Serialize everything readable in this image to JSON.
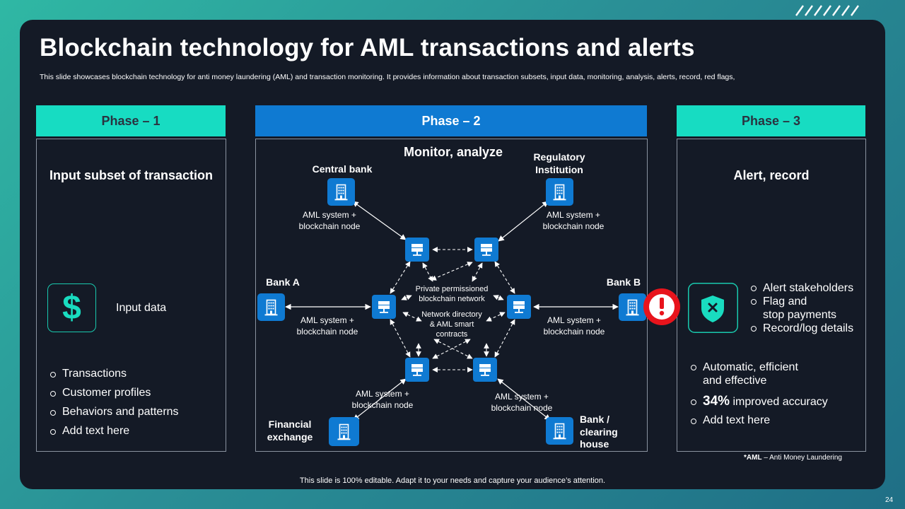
{
  "title": "Blockchain technology for AML transactions and alerts",
  "subtitle": "This slide showcases blockchain technology for anti money laundering (AML) and transaction monitoring. It provides information about transaction subsets, input data, monitoring, analysis, alerts, record, red flags,",
  "colors": {
    "teal": "#17dcc2",
    "blue": "#0f7ad2",
    "alert_red": "#e8141c",
    "background": "#141a26"
  },
  "phase1": {
    "header": "Phase – 1",
    "title": "Input subset of transaction",
    "icon": "dollar-icon",
    "icon_glyph": "$",
    "input_label": "Input  data",
    "bullets": [
      "Transactions",
      "Customer profiles",
      "Behaviors and patterns",
      "Add text here"
    ]
  },
  "phase2": {
    "header": "Phase – 2",
    "title": "Monitor, analyze",
    "entities": {
      "central_bank": "Central bank",
      "regulatory_1": "Regulatory",
      "regulatory_2": "Institution",
      "bank_a": "Bank A",
      "bank_b": "Bank B",
      "financial_1": "Financial",
      "financial_2": "exchange",
      "clearing_1": "Bank /",
      "clearing_2": "clearing",
      "clearing_3": "house"
    },
    "node_label_1": "AML system +",
    "node_label_2": "blockchain node",
    "center": {
      "network_1": "Private permissioned",
      "network_2": "blockchain network",
      "directory_1": "Network directory",
      "directory_2": "& AML  smart",
      "directory_3": "contracts"
    },
    "alert_icon": "exclamation-alert-icon"
  },
  "phase3": {
    "header": "Phase – 3",
    "title": "Alert, record",
    "icon": "shield-x-icon",
    "alerts": [
      "Alert stakeholders",
      "Flag and",
      "stop payments",
      "Record/log details"
    ],
    "bullet1_line1": "Automatic, efficient",
    "bullet1_line2": "and effective",
    "bullet2_value": "34%",
    "bullet2_text": " improved accuracy",
    "bullet3": "Add text here"
  },
  "footnote_bold": "*AML",
  "footnote_text": " – Anti Money Laundering",
  "footer": "This slide is 100% editable. Adapt it to your needs and capture your audience’s attention.",
  "page_number": "24"
}
